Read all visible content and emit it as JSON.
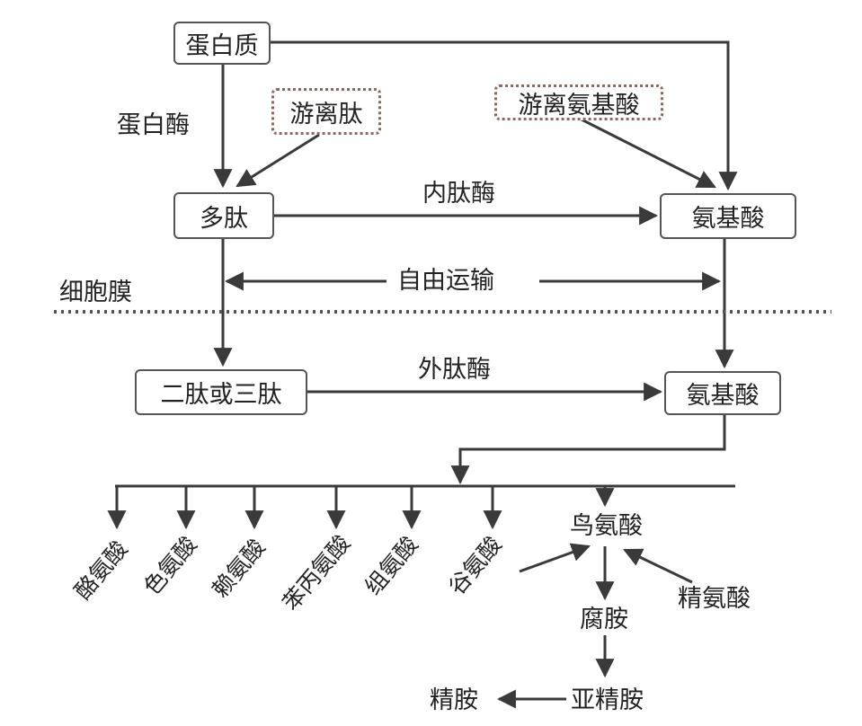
{
  "nodes": {
    "protein": "蛋白质",
    "free_peptide": "游离肽",
    "free_amino_acid": "游离氨基酸",
    "polypeptide": "多肽",
    "amino_acid_top": "氨基酸",
    "di_tri_peptide": "二肽或三肽",
    "amino_acid_bottom": "氨基酸",
    "ornithine": "鸟氨酸",
    "putrescine": "腐胺",
    "arginine": "精氨酸",
    "spermidine": "亚精胺",
    "spermine": "精胺"
  },
  "labels": {
    "protease": "蛋白酶",
    "endopeptidase": "内肽酶",
    "free_transport": "自由运输",
    "cell_membrane": "细胞膜",
    "exopeptidase": "外肽酶"
  },
  "products": [
    "酪氨酸",
    "色氨酸",
    "赖氨酸",
    "苯丙氨酸",
    "组氨酸",
    "谷氨酸"
  ],
  "colors": {
    "line": "#3a3a3a",
    "box_border": "#555555",
    "dotted_border": "#8b6a5f",
    "membrane": "#555555"
  }
}
